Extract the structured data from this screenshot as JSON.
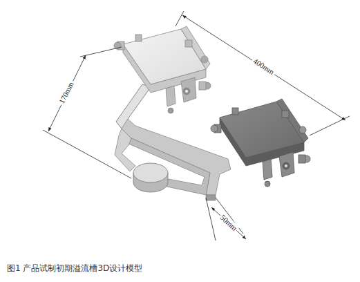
{
  "diagram": {
    "caption": "图1 产品试制初期溢流槽3D设计模型",
    "labels": [
      "400mm",
      "170mm",
      "50mm"
    ]
  }
}
